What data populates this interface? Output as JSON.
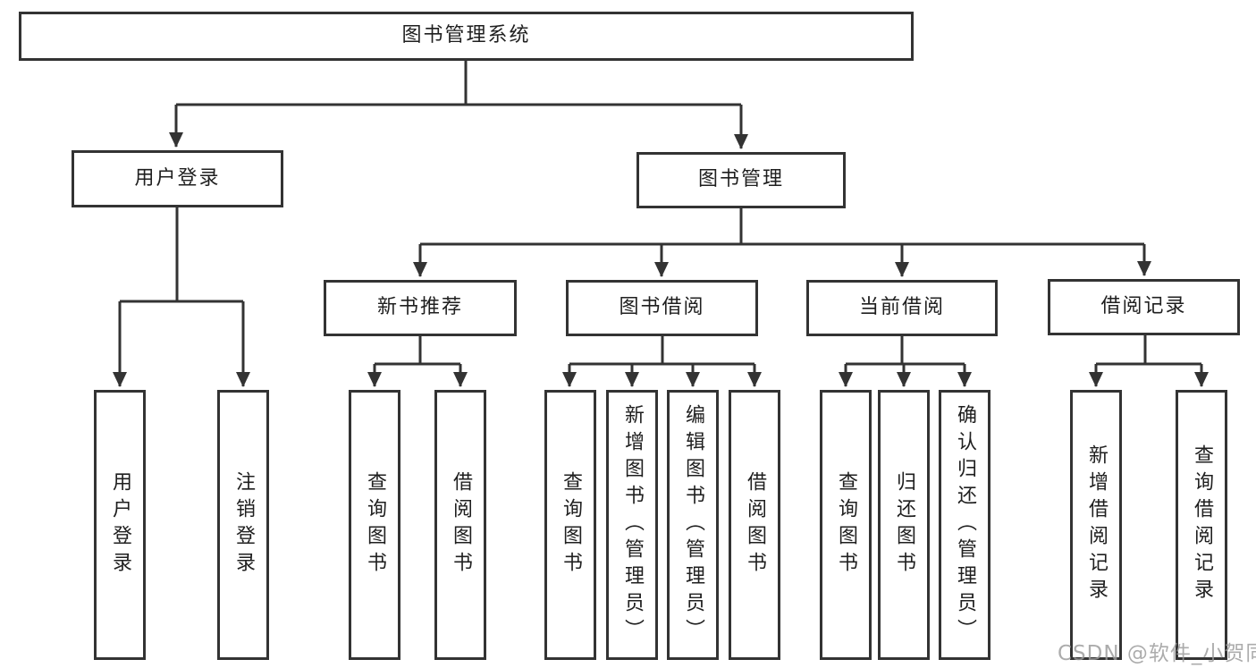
{
  "root": {
    "label": "图书管理系统"
  },
  "branches": [
    {
      "label": "用户登录",
      "children": [
        "用户登录",
        "注销登录"
      ]
    },
    {
      "label": "图书管理",
      "groups": [
        {
          "label": "新书推荐",
          "children": [
            "查询图书",
            "借阅图书"
          ]
        },
        {
          "label": "图书借阅",
          "children": [
            "查询图书",
            "新增图书（管理员）",
            "编辑图书（管理员）",
            "借阅图书"
          ]
        },
        {
          "label": "当前借阅",
          "children": [
            "查询图书",
            "归还图书",
            "确认归还（管理员）"
          ]
        },
        {
          "label": "借阅记录",
          "children": [
            "新增借阅记录",
            "查询借阅记录"
          ]
        }
      ]
    }
  ],
  "watermark": {
    "text": "CSDN @软件_小贺同学"
  },
  "colors": {
    "line": "#333333",
    "text": "#1f1f1f",
    "box_background": "#ffffff",
    "watermark": "#9a9a9a"
  }
}
